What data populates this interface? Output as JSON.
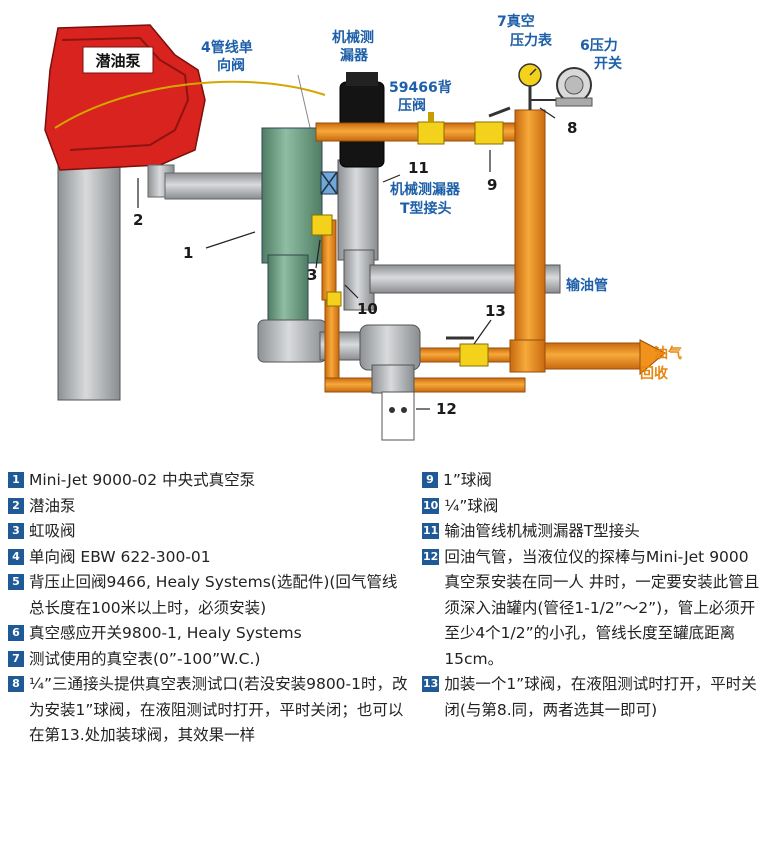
{
  "labels": {
    "pump": "潜油泵",
    "check_valve": [
      "4管线单",
      "向阀"
    ],
    "leak_detector": [
      "机械测",
      "漏器"
    ],
    "backpressure": [
      "59466背",
      "压阀"
    ],
    "vacuum_gauge": [
      "7真空",
      "压力表"
    ],
    "pressure_switch": [
      "6压力",
      "开关"
    ],
    "tee": [
      "机械测漏器",
      "T型接头"
    ],
    "fuel_line": "输油管",
    "vapor_return": [
      "油气",
      "回收"
    ]
  },
  "numbers": [
    "1",
    "2",
    "3",
    "8",
    "9",
    "10",
    "11",
    "12",
    "13"
  ],
  "legend_left": [
    {
      "n": "1",
      "text": "Mini-Jet 9000-02 中央式真空泵"
    },
    {
      "n": "2",
      "text": "潜油泵"
    },
    {
      "n": "3",
      "text": "虹吸阀"
    },
    {
      "n": "4",
      "text": "单向阀 EBW 622-300-01"
    },
    {
      "n": "5",
      "text": "背压止回阀9466, Healy Systems(选配件)(回气管线总长度在100米以上时，必须安装)"
    },
    {
      "n": "6",
      "text": "真空感应开关9800-1, Healy Systems"
    },
    {
      "n": "7",
      "text": "测试使用的真空表(0”-100”W.C.)"
    },
    {
      "n": "8",
      "text": "¼”三通接头提供真空表测试口(若没安装9800-1时，改为安装1”球阀，在液阻测试时打开，平时关闭；也可以在第13.处加装球阀，其效果一样"
    }
  ],
  "legend_right": [
    {
      "n": "9",
      "text": "1”球阀"
    },
    {
      "n": "10",
      "text": "¼”球阀"
    },
    {
      "n": "11",
      "text": "输油管线机械测漏器T型接头"
    },
    {
      "n": "12",
      "text": "回油气管，当液位仪的探棒与Mini-Jet 9000真空泵安装在同一人 井时，一定要安装此管且须深入油罐内(管径1-1/2”～2”)，管上必须开至少4个1/2”的小孔，管线长度至罐底距离15cm。"
    },
    {
      "n": "13",
      "text": "加装一个1”球阀，在液阻测试时打开，平时关闭(与第8.同，两者选其一即可)"
    }
  ],
  "colors": {
    "pump_red": "#d8231f",
    "pipe_orange": "#f0921c",
    "valve_yellow": "#f4d21c",
    "pump_green": "#6f9e83",
    "pipe_gray": "#b6b8bb",
    "label_blue": "#1d5fa8",
    "badge_blue": "#1f5a96"
  }
}
